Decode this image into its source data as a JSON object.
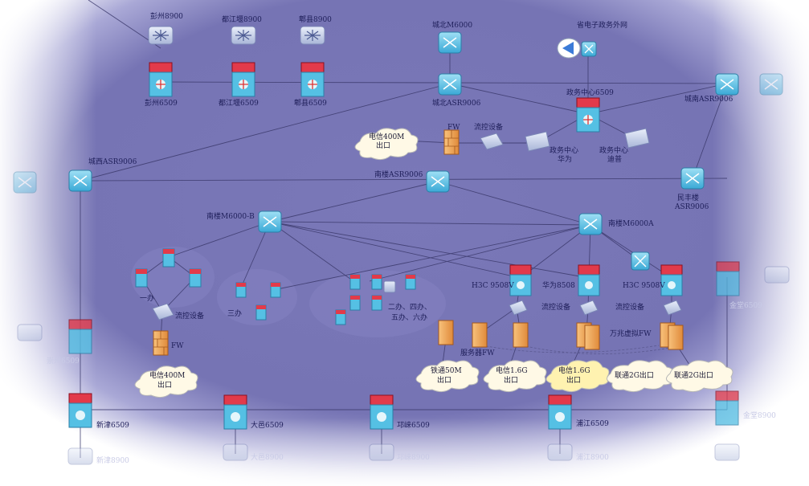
{
  "colors": {
    "background": "#7a78b8",
    "vignette": "#ffffff",
    "link": "#3d3b6e",
    "router": "#55c0e4",
    "core": "#e23a4a",
    "firewall": "#f1a24c",
    "cloud": "#fff9e6",
    "cloud_highlight": "#fff2b0"
  },
  "labels": {
    "pengzhou8900": "彭州8900",
    "dujiangyan8900": "都江堰8900",
    "pixian8900": "郫县8900",
    "chengbeiM6000": "城北M6000",
    "province_gov_net": "省电子政务外网",
    "pengzhou6509": "彭州6509",
    "dujiangyan6509": "都江堰6509",
    "pixian6509": "郫县6509",
    "chengbeiASR9006": "城北ASR9006",
    "zhengwu6509": "政务中心6509",
    "chengnanASR9006": "城南ASR9006",
    "telecom400_top_l1": "电信400M",
    "telecom400_top_l2": "出口",
    "fw_top": "FW",
    "flow_ctrl_top": "流控设备",
    "huawei_l1": "政务中心",
    "huawei_l2": "华为",
    "dptech_l1": "政务中心",
    "dptech_l2": "迪普",
    "chengxiASR9006": "城西ASR9006",
    "nanlouASR9006": "南楼ASR9006",
    "minfeng_l1": "民丰楼",
    "minfeng_l2": "ASR9006",
    "nanlouM6000B": "南楼M6000-B",
    "nanlouM6000A": "南楼M6000A",
    "yiban": "一办",
    "sanban": "三办",
    "other_ban_l1": "二办、四办、",
    "other_ban_l2": "五办、六办",
    "flow_ctrl_left": "流控设备",
    "fw_left": "FW",
    "h3c9508_left": "H3C 9508V",
    "huawei8508": "华为8508",
    "h3c9508_right": "H3C 9508V",
    "flow_ctrl_mid": "流控设备",
    "flow_ctrl_right": "流控设备",
    "service_fw": "服务器FW",
    "wanzhao_fw": "万兆虚拟FW",
    "telecom400_left_l1": "电信400M",
    "telecom400_left_l2": "出口",
    "tietong50_l1": "铁通50M",
    "tietong50_l2": "出口",
    "telecom16a_l1": "电信1.6G",
    "telecom16a_l2": "出口",
    "telecom16b_l1": "电信1.6G",
    "telecom16b_l2": "出口",
    "unicom2g_a": "联通2G出口",
    "unicom2g_b": "联通2G出口",
    "xinjin6509": "新津6509",
    "dayi6509": "大邑6509",
    "qionglai6509": "邛崃6509",
    "pujiang6509": "浦江6509",
    "xinjin8900": "新津8900",
    "dayi8900": "大邑8900",
    "qionglai8900": "邛崃8900",
    "pujiang8900": "浦江8900",
    "chongzhou6509": "崇州6509",
    "jintang6509": "金堂6509",
    "jintang8900": "金堂8900"
  }
}
